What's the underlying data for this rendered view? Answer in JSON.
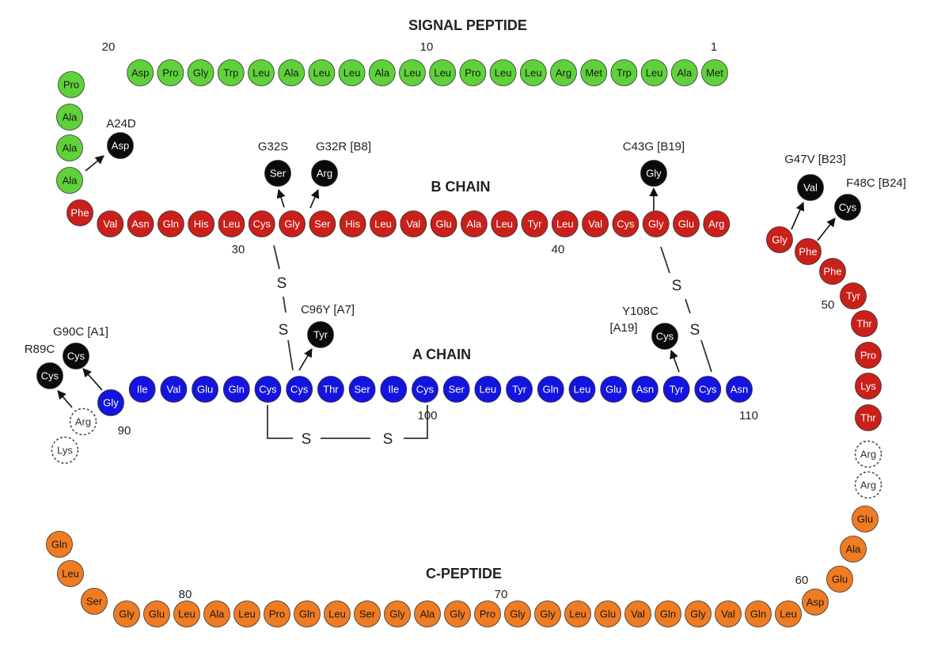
{
  "titles": {
    "signal": "SIGNAL PEPTIDE",
    "b_chain": "B CHAIN",
    "a_chain": "A CHAIN",
    "c_peptide": "C-PEPTIDE"
  },
  "colors": {
    "signal": "#5fd13a",
    "b_chain": "#c9201a",
    "a_chain": "#1414e0",
    "c_peptide": "#ef7b22",
    "mutant": "#0a0a0a",
    "cleavage": "#ffffff"
  },
  "signal_peptide": [
    "Met",
    "Ala",
    "Leu",
    "Trp",
    "Met",
    "Arg",
    "Leu",
    "Leu",
    "Pro",
    "Leu",
    "Leu",
    "Ala",
    "Leu",
    "Leu",
    "Ala",
    "Leu",
    "Trp",
    "Gly",
    "Pro",
    "Asp",
    "Pro",
    "Ala",
    "Ala",
    "Ala"
  ],
  "b_chain": [
    "Phe",
    "Val",
    "Asn",
    "Gln",
    "His",
    "Leu",
    "Cys",
    "Gly",
    "Ser",
    "His",
    "Leu",
    "Val",
    "Glu",
    "Ala",
    "Leu",
    "Tyr",
    "Leu",
    "Val",
    "Cys",
    "Gly",
    "Glu",
    "Arg",
    "Gly",
    "Phe",
    "Phe",
    "Tyr",
    "Thr",
    "Pro",
    "Lys",
    "Thr"
  ],
  "cleavage_bc": [
    "Arg",
    "Arg"
  ],
  "c_peptide": [
    "Glu",
    "Ala",
    "Glu",
    "Asp",
    "Leu",
    "Gln",
    "Val",
    "Gly",
    "Gln",
    "Val",
    "Glu",
    "Leu",
    "Gly",
    "Gly",
    "Pro",
    "Gly",
    "Ala",
    "Gly",
    "Ser",
    "Leu",
    "Gln",
    "Pro",
    "Leu",
    "Ala",
    "Leu",
    "Glu",
    "Gly",
    "Ser",
    "Leu",
    "Gln"
  ],
  "cleavage_ca": [
    "Lys",
    "Arg"
  ],
  "a_chain": [
    "Gly",
    "Ile",
    "Val",
    "Glu",
    "Gln",
    "Cys",
    "Cys",
    "Thr",
    "Ser",
    "Ile",
    "Cys",
    "Ser",
    "Leu",
    "Tyr",
    "Gln",
    "Leu",
    "Glu",
    "Asn",
    "Tyr",
    "Cys",
    "Asn"
  ],
  "numbers": [
    "1",
    "10",
    "20",
    "30",
    "40",
    "50",
    "60",
    "70",
    "80",
    "90",
    "100",
    "110"
  ],
  "mutations": [
    {
      "label": "A24D",
      "residue": "Asp"
    },
    {
      "label": "G32S",
      "residue": "Ser"
    },
    {
      "label": "G32R [B8]",
      "residue": "Arg"
    },
    {
      "label": "C43G [B19]",
      "residue": "Gly"
    },
    {
      "label": "G47V [B23]",
      "residue": "Val"
    },
    {
      "label": "F48C [B24]",
      "residue": "Cys"
    },
    {
      "label": "C96Y [A7]",
      "residue": "Tyr"
    },
    {
      "label": "Y108C [A19]",
      "residue": "Cys"
    },
    {
      "label": "G90C [A1]",
      "residue": "Cys"
    },
    {
      "label": "R89C",
      "residue": "Cys"
    }
  ],
  "disulfide_symbol": "S"
}
